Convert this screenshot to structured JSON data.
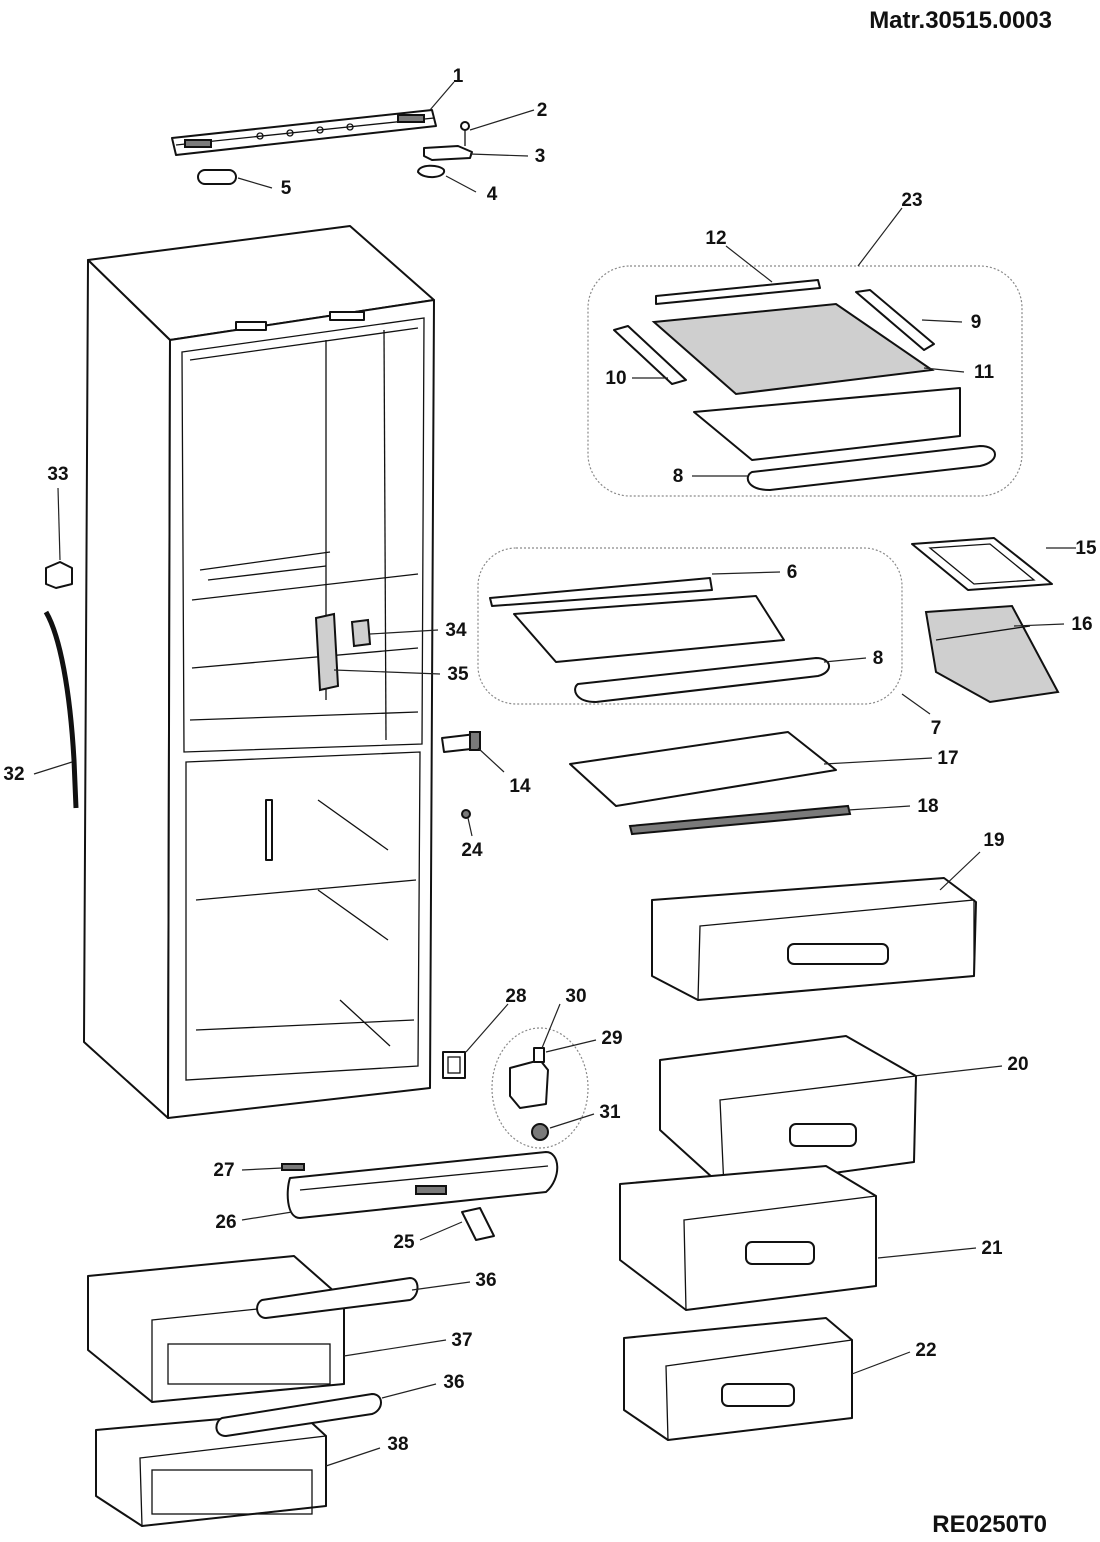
{
  "header": {
    "material_code": "Matr.30515.0003"
  },
  "footer": {
    "drawing_code": "RE0250T0"
  },
  "callouts": [
    {
      "label": "1"
    },
    {
      "label": "2"
    },
    {
      "label": "3"
    },
    {
      "label": "4"
    },
    {
      "label": "5"
    },
    {
      "label": "23"
    },
    {
      "label": "12"
    },
    {
      "label": "9"
    },
    {
      "label": "10"
    },
    {
      "label": "11"
    },
    {
      "label": "8"
    },
    {
      "label": "33"
    },
    {
      "label": "15"
    },
    {
      "label": "6"
    },
    {
      "label": "16"
    },
    {
      "label": "34"
    },
    {
      "label": "8"
    },
    {
      "label": "35"
    },
    {
      "label": "7"
    },
    {
      "label": "17"
    },
    {
      "label": "32"
    },
    {
      "label": "14"
    },
    {
      "label": "18"
    },
    {
      "label": "24"
    },
    {
      "label": "19"
    },
    {
      "label": "28"
    },
    {
      "label": "30"
    },
    {
      "label": "29"
    },
    {
      "label": "20"
    },
    {
      "label": "31"
    },
    {
      "label": "27"
    },
    {
      "label": "26"
    },
    {
      "label": "25"
    },
    {
      "label": "21"
    },
    {
      "label": "36"
    },
    {
      "label": "37"
    },
    {
      "label": "22"
    },
    {
      "label": "36"
    },
    {
      "label": "38"
    }
  ]
}
